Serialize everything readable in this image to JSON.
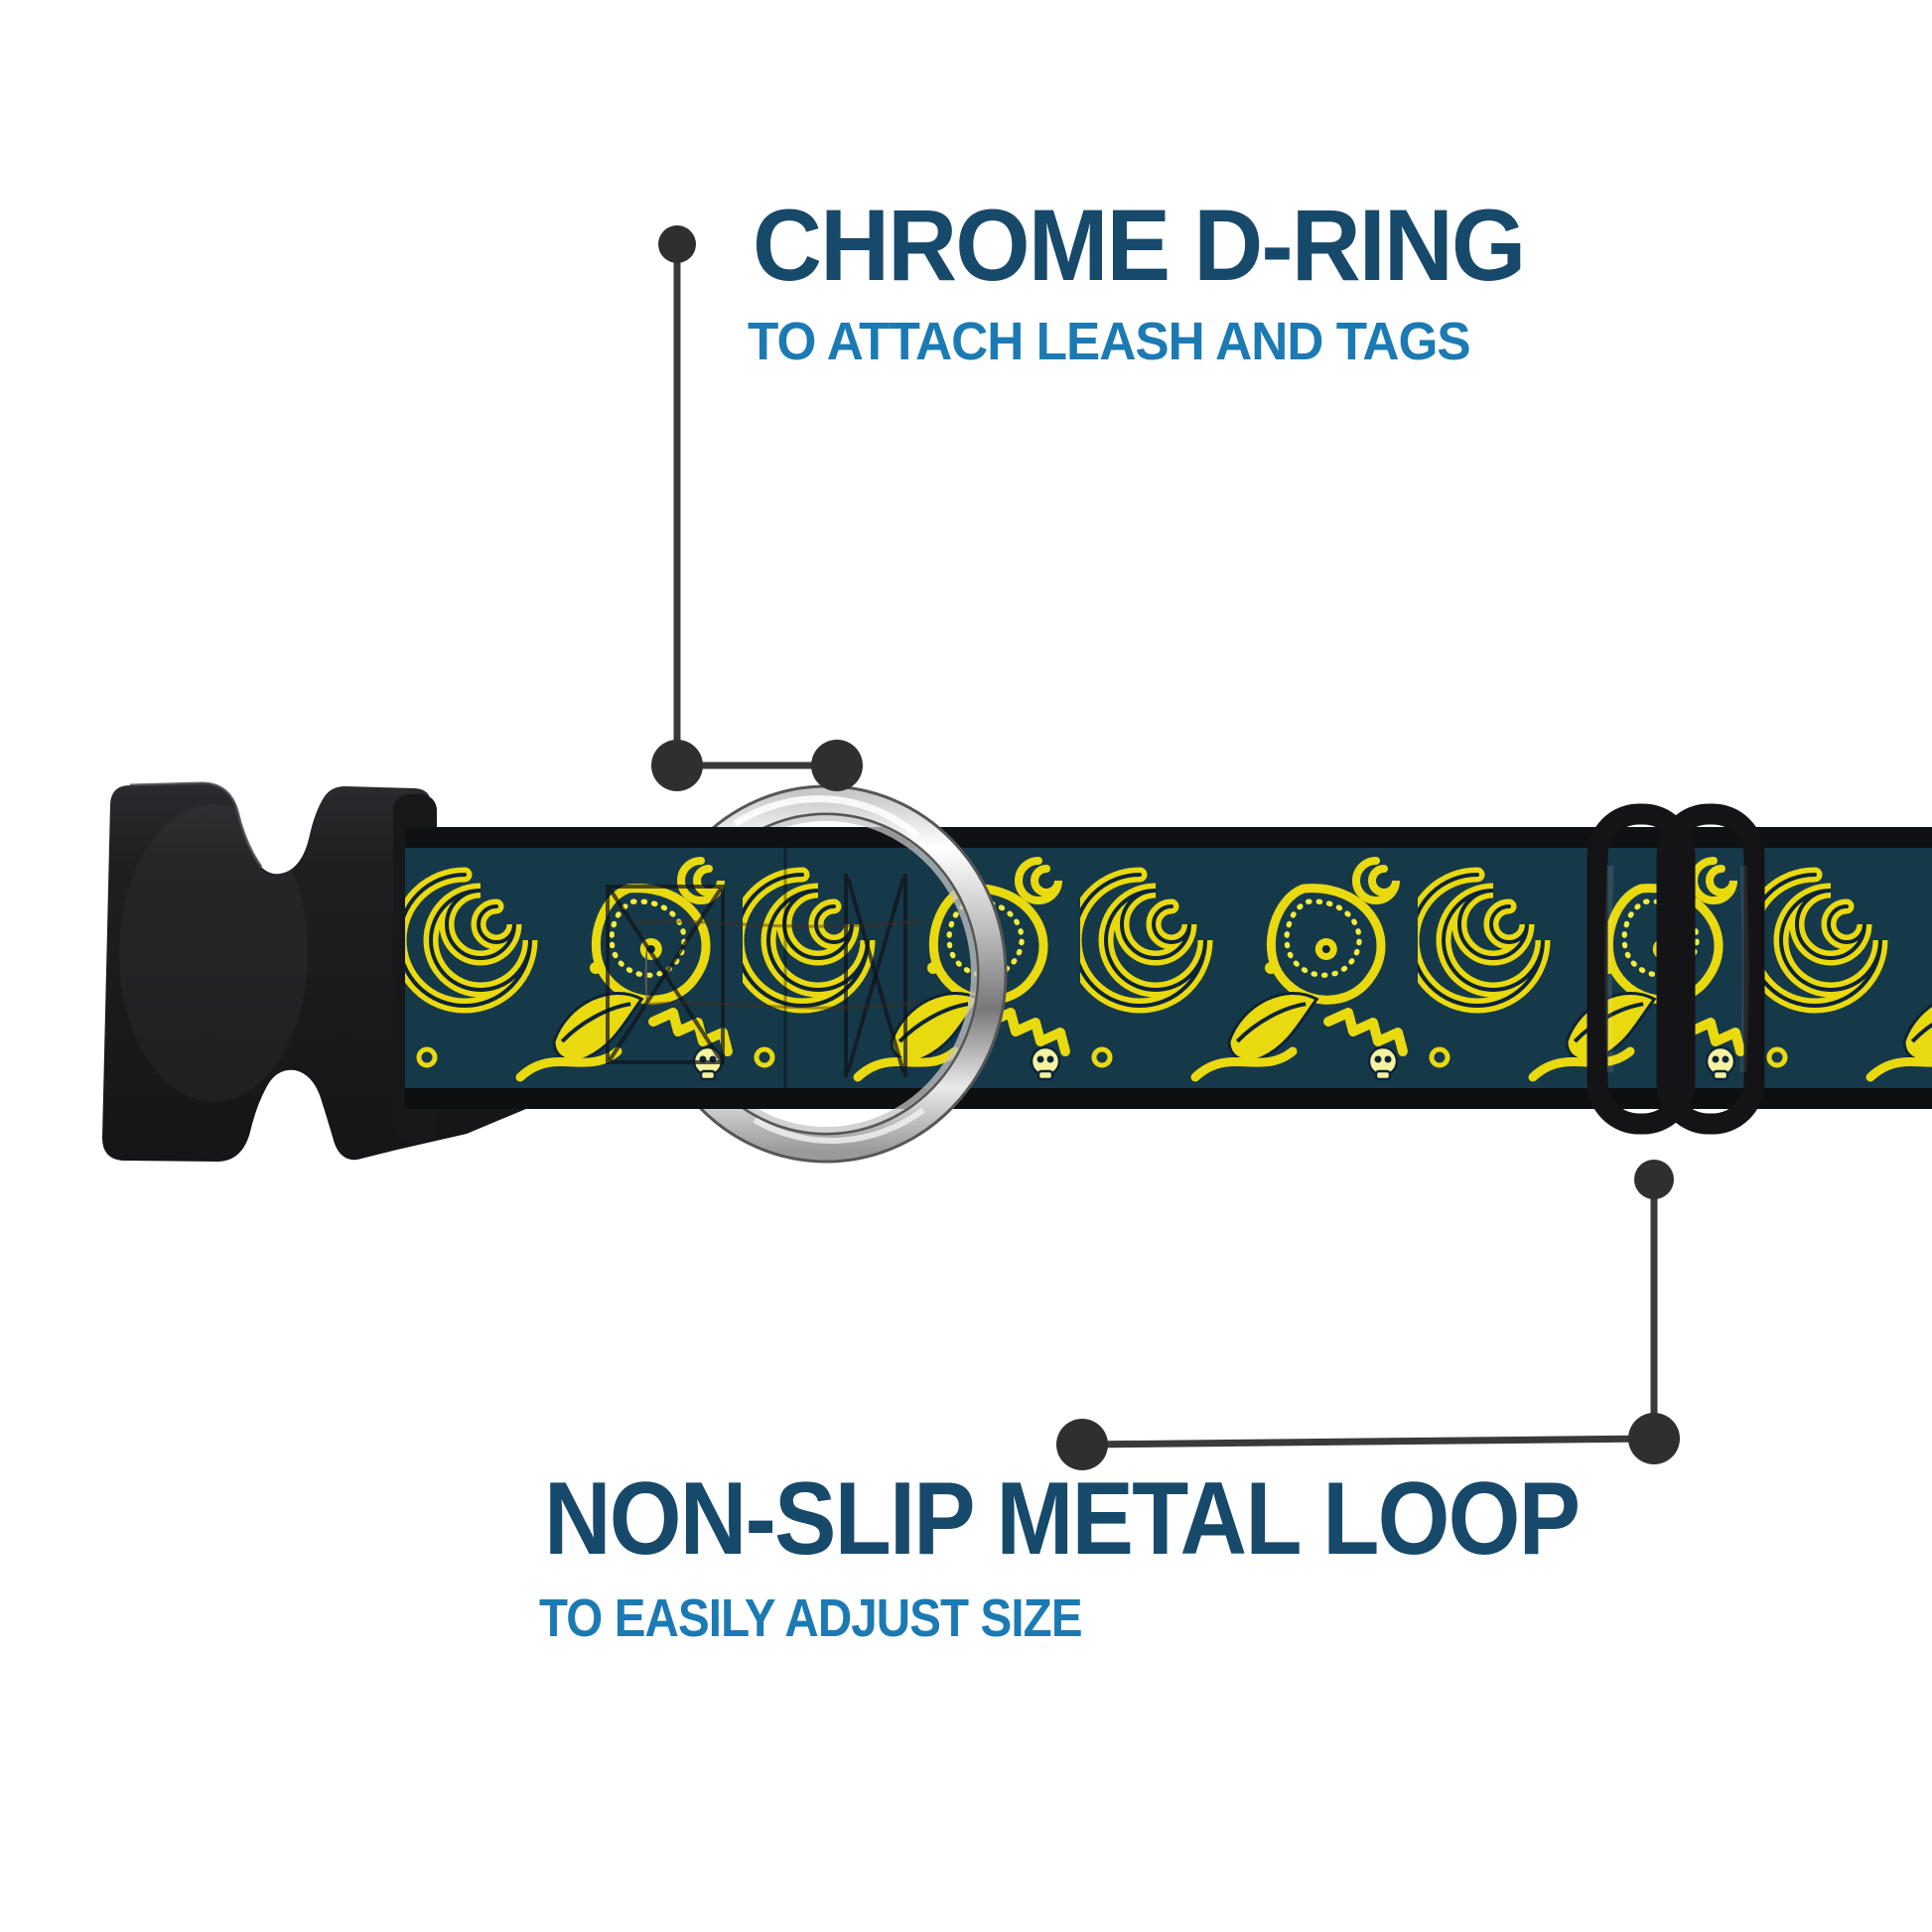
{
  "callouts": [
    {
      "id": "chrome-d-ring",
      "title": "CHROME D-RING",
      "subtitle": "TO ATTACH LEASH AND TAGS"
    },
    {
      "id": "non-slip-metal-loop",
      "title": "NON-SLIP METAL LOOP",
      "subtitle": "TO EASILY ADJUST SIZE"
    }
  ],
  "colors": {
    "background": "#ffffff",
    "headline_navy": "#17496b",
    "subtitle_blue": "#1b7ab3",
    "callout_gray": "#333333",
    "band_navy": "#16394a",
    "band_detail_navy": "#0c2435",
    "paisley_yellow": "#e9d90f",
    "paisley_pale": "#f5f2a0",
    "plastic_black": "#1e1e21",
    "chrome_light": "#ffffff",
    "chrome_dark": "#6f6f6f"
  },
  "product_parts": {
    "buckle": "side-release-buckle",
    "band": "paisley-collar-band",
    "ring": "chrome-d-ring",
    "loop": "non-slip-metal-loop-slider"
  }
}
